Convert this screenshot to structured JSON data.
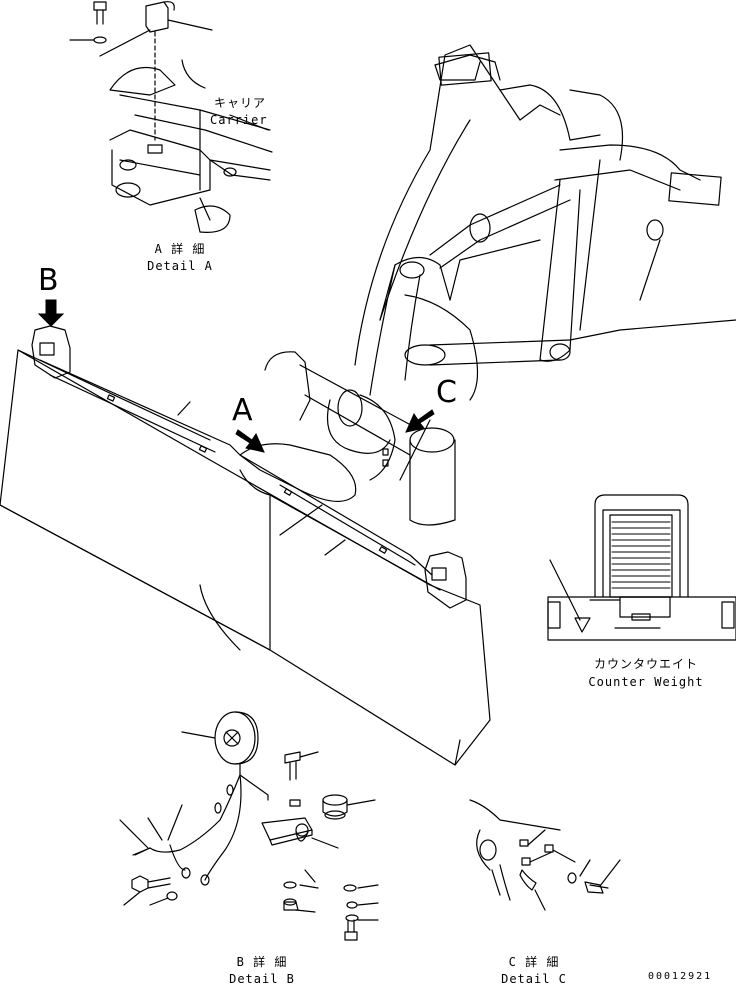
{
  "labels": {
    "carrier_jp": "キャリア",
    "carrier_en": "Carrier",
    "detail_a_jp": "A 詳 細",
    "detail_a_en": "Detail A",
    "detail_b_jp": "B 詳 細",
    "detail_b_en": "Detail B",
    "detail_c_jp": "C 詳 細",
    "detail_c_en": "Detail C",
    "counter_weight_jp": "カウンタウエイト",
    "counter_weight_en": "Counter Weight",
    "view_a": "A",
    "view_b": "B",
    "view_c": "C",
    "drawing_number": "00012921"
  }
}
